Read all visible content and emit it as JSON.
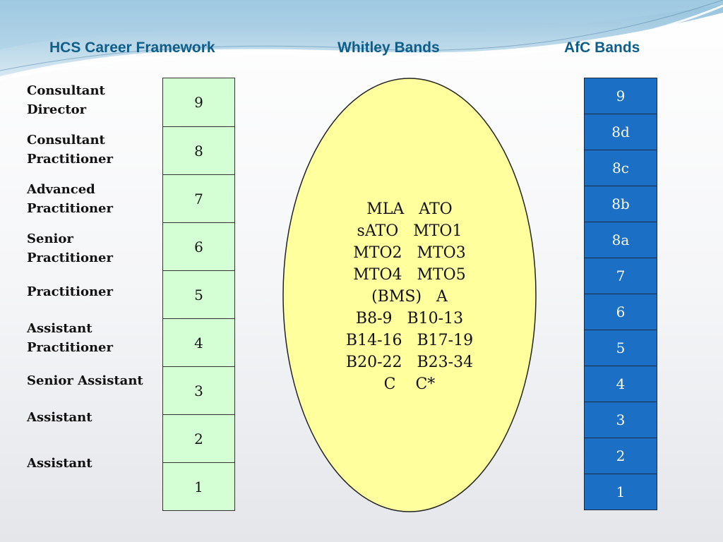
{
  "headings": {
    "hcs": "HCS Career Framework",
    "whitley": "Whitley Bands",
    "afc": "AfC Bands"
  },
  "colors": {
    "heading": "#0f5e88",
    "hcs_box_fill": "#d4fed4",
    "afc_box_fill": "#1b6fc4",
    "ellipse_fill": "#ffff9e"
  },
  "roles": [
    {
      "line1": "Consultant",
      "line2": "Director"
    },
    {
      "line1": "Consultant",
      "line2": "Practitioner"
    },
    {
      "line1": "Advanced",
      "line2": "Practitioner"
    },
    {
      "line1": "Senior",
      "line2": "Practitioner"
    },
    {
      "line1": "Practitioner",
      "line2": ""
    },
    {
      "line1": "Assistant",
      "line2": "Practitioner"
    },
    {
      "line1": "Senior Assistant",
      "line2": ""
    },
    {
      "line1": "Assistant",
      "line2": ""
    },
    {
      "line1": "Assistant",
      "line2": ""
    }
  ],
  "hcs_levels": [
    "9",
    "8",
    "7",
    "6",
    "5",
    "4",
    "3",
    "2",
    "1"
  ],
  "whitley_bands": [
    "MLA   ATO",
    "sATO   MTO1",
    "MTO2   MTO3",
    "MTO4   MTO5",
    "(BMS)   A",
    "B8-9   B10-13",
    "B14-16   B17-19",
    "B20-22   B23-34",
    "C    C*"
  ],
  "afc_bands": [
    "9",
    "8d",
    "8c",
    "8b",
    "8a",
    "7",
    "6",
    "5",
    "4",
    "3",
    "2",
    "1"
  ]
}
